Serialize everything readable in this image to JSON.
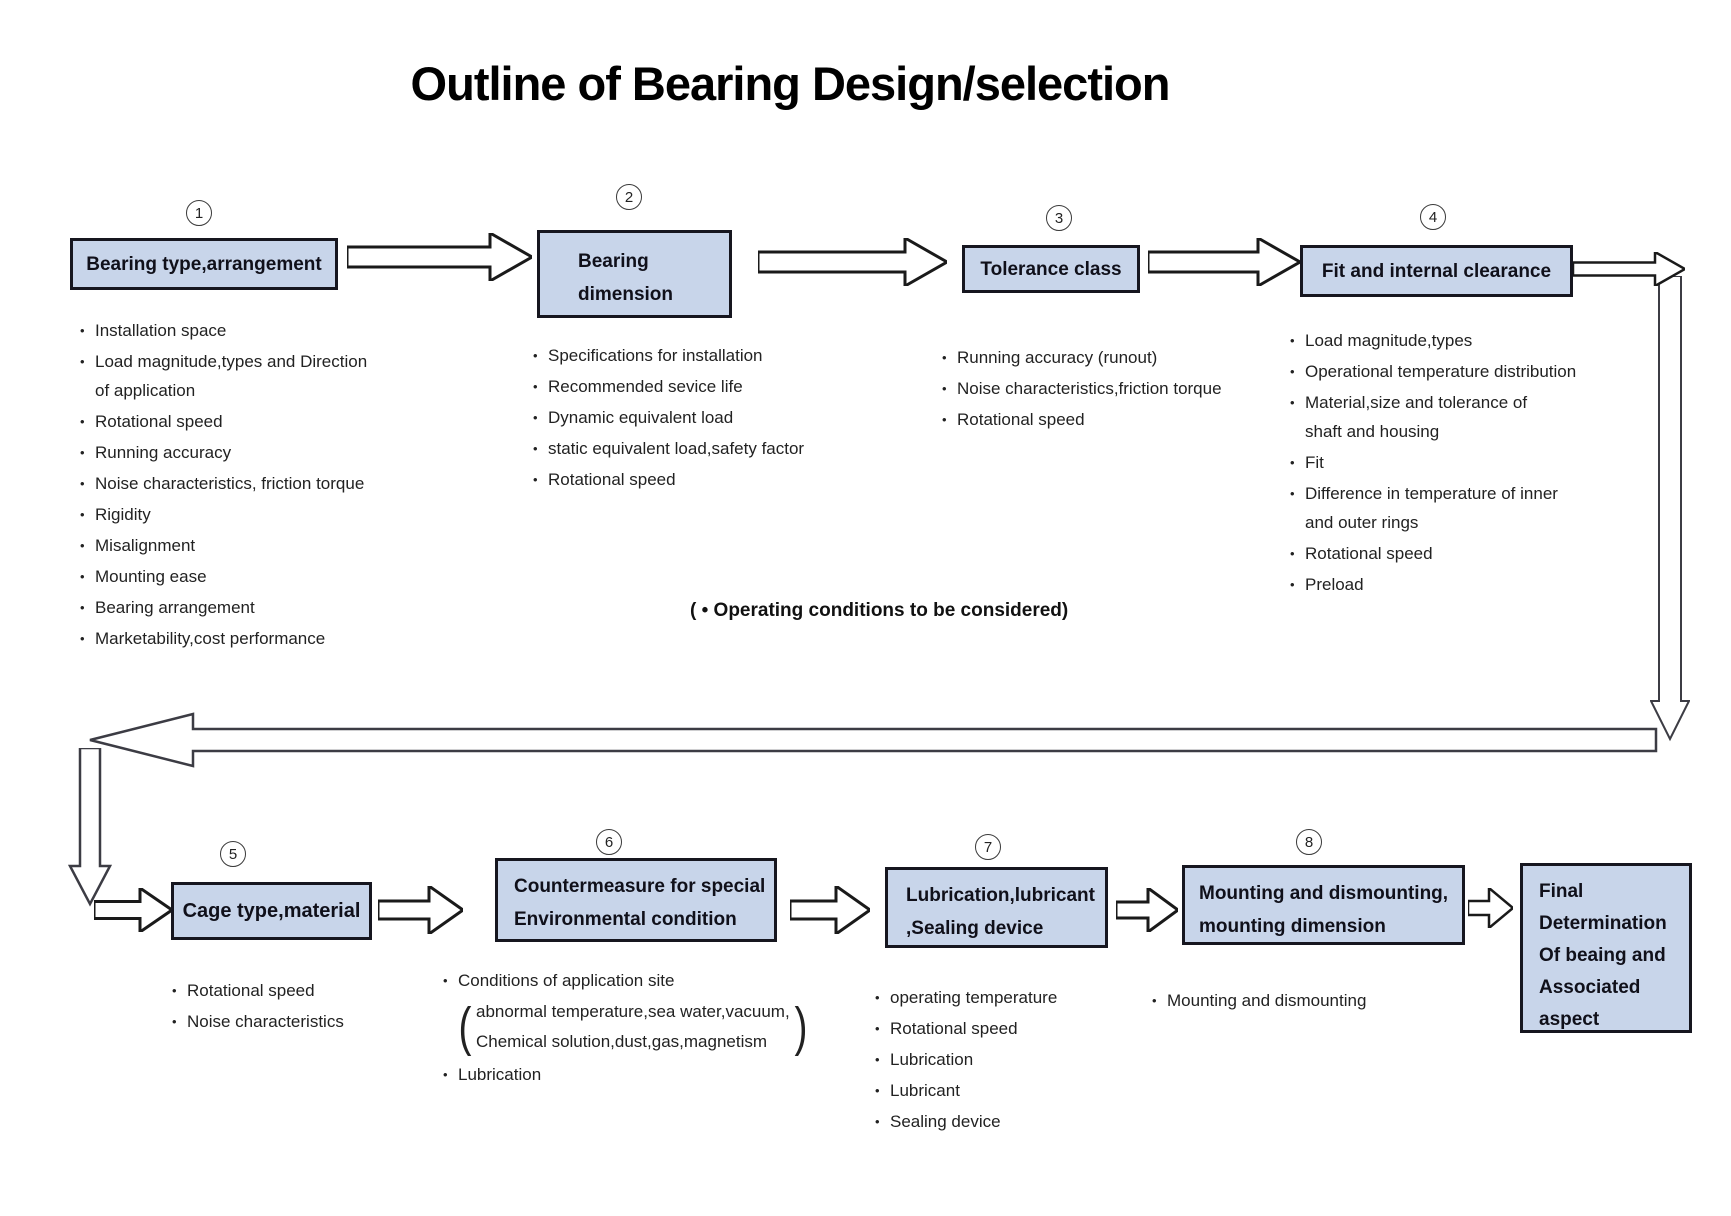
{
  "title": "Outline of Bearing Design/selection",
  "note": "( • Operating conditions to be considered)",
  "bullet": "•",
  "colors": {
    "box_fill": "#c8d5ea",
    "box_border": "#16161f",
    "arrow_outline": "#3c3c44",
    "text": "#1a1a1a"
  },
  "steps": [
    {
      "num": "1",
      "label_lines": [
        "Bearing type,arrangement"
      ],
      "items": [
        "Installation space",
        "Load magnitude,types and Direction\nof application",
        "Rotational speed",
        "Running accuracy",
        "Noise characteristics, friction torque",
        "Rigidity",
        "Misalignment",
        "Mounting ease",
        "Bearing arrangement",
        "Marketability,cost performance"
      ]
    },
    {
      "num": "2",
      "label_lines": [
        "Bearing",
        "dimension"
      ],
      "items": [
        "Specifications for installation",
        "Recommended sevice life",
        "Dynamic equivalent load",
        "static equivalent load,safety factor",
        "Rotational speed"
      ]
    },
    {
      "num": "3",
      "label_lines": [
        "Tolerance class"
      ],
      "items": [
        "Running accuracy (runout)",
        "Noise characteristics,friction torque",
        "Rotational speed"
      ]
    },
    {
      "num": "4",
      "label_lines": [
        "Fit and internal clearance"
      ],
      "items": [
        "Load magnitude,types",
        "Operational temperature distribution",
        "Material,size and tolerance of\nshaft and housing",
        "Fit",
        "Difference in temperature of inner\nand outer rings",
        "Rotational speed",
        "Preload"
      ]
    },
    {
      "num": "5",
      "label_lines": [
        "Cage type,material"
      ],
      "items": [
        "Rotational speed",
        "Noise characteristics"
      ]
    },
    {
      "num": "6",
      "label_lines": [
        "Countermeasure for special",
        "Environmental condition"
      ],
      "items": [
        "Conditions of application site"
      ],
      "paren_lines": [
        "abnormal temperature,sea water,vacuum,",
        "Chemical solution,dust,gas,magnetism"
      ],
      "items_after": [
        "Lubrication"
      ]
    },
    {
      "num": "7",
      "label_lines": [
        "Lubrication,lubricant",
        ",Sealing device"
      ],
      "items": [
        "operating temperature",
        "Rotational speed",
        "Lubrication",
        "Lubricant",
        "Sealing device"
      ]
    },
    {
      "num": "8",
      "label_lines": [
        "Mounting and dismounting,",
        "mounting dimension"
      ],
      "items": [
        "Mounting and dismounting"
      ]
    }
  ],
  "final_box": {
    "lines": [
      "Final",
      "Determination",
      "Of beaing and",
      "Associated",
      "aspect"
    ]
  }
}
